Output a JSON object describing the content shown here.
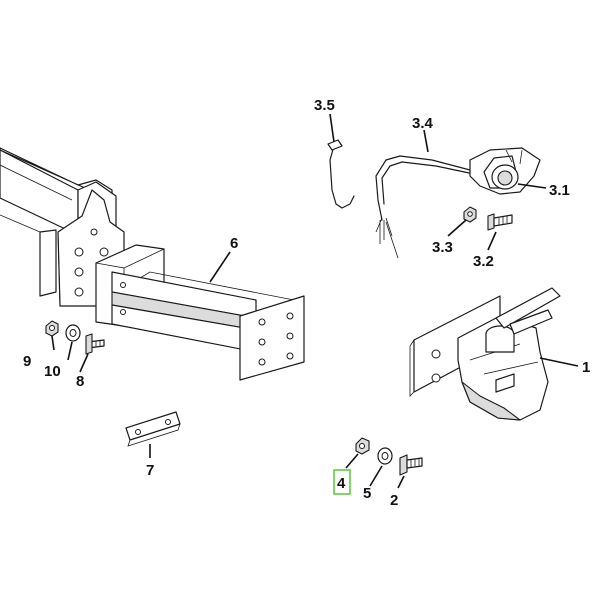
{
  "diagram": {
    "callouts": {
      "c1": "1",
      "c2": "2",
      "c3_1": "3.1",
      "c3_2": "3.2",
      "c3_3": "3.3",
      "c3_4": "3.4",
      "c3_5": "3.5",
      "c4": "4",
      "c5": "5",
      "c6": "6",
      "c7": "7",
      "c8": "8",
      "c9": "9",
      "c10": "10"
    },
    "highlight_color": "#55cc33",
    "line_color": "#1a1a1a"
  }
}
